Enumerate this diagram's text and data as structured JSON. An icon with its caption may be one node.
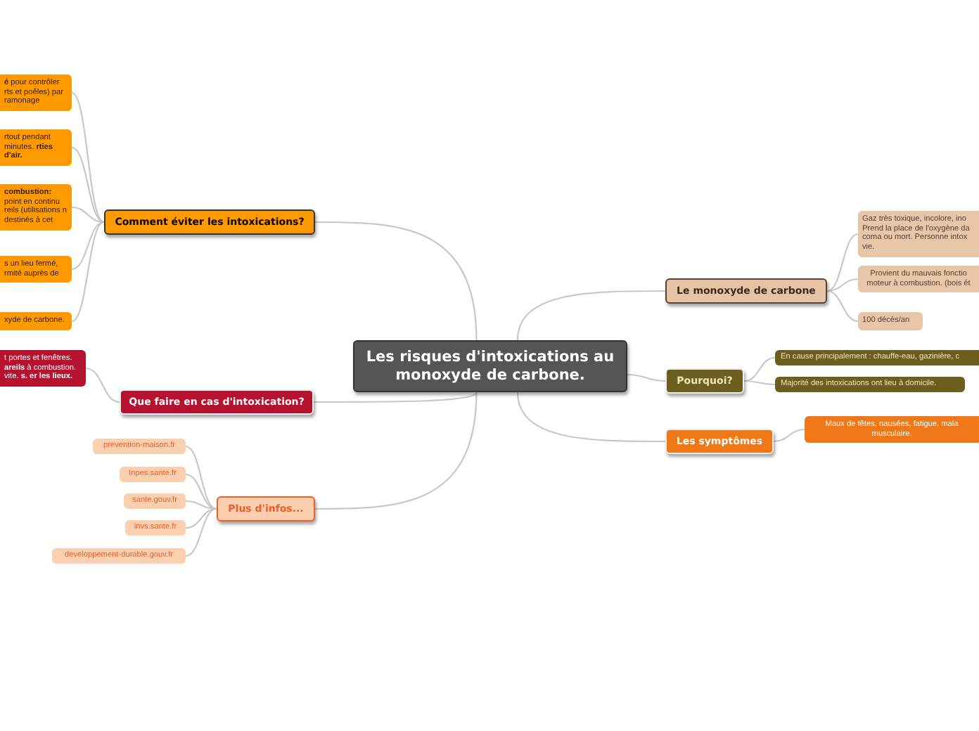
{
  "diagram": {
    "nodes": [
      {
        "text": [
          "Les risques d'intoxications au monoxyde de carbone."
        ]
      },
      {
        "text": [
          "Comment éviter les intoxications?"
        ]
      },
      {
        "text": [
          "**é** pour contrôler rts et poêles) par ramonage"
        ]
      },
      {
        "text": [
          "rtout pendant minutes. **rties d'air.**"
        ]
      },
      {
        "text": [
          "**combustion:** point en continu reils (utilisations n destinés à cet"
        ]
      },
      {
        "text": [
          "s un lieu fermé, rmité auprès de"
        ]
      },
      {
        "text": [
          "xyde de carbone."
        ]
      },
      {
        "text": [
          "Que faire en cas d'intoxication?"
        ]
      },
      {
        "text": [
          "t portes et fenêtres. **areils** à combustion. vite. **s. er les lieux.**"
        ]
      },
      {
        "text": [
          "Plus d'infos..."
        ]
      },
      {
        "text": [
          "prevention-maison.fr"
        ]
      },
      {
        "text": [
          "Inpes.sante.fr"
        ]
      },
      {
        "text": [
          "sante.gouv.fr"
        ]
      },
      {
        "text": [
          "invs.sante.fr"
        ]
      },
      {
        "text": [
          "developpement-durable.gouv.fr"
        ]
      },
      {
        "text": [
          "Le monoxyde de carbone"
        ]
      },
      {
        "text": [
          "Gaz très toxique, incolore, ino Prend la place de l'oxygène da coma ou mort. Personne intox vie."
        ]
      },
      {
        "text": [
          "Provient du mauvais fonctio moteur à combustion. (bois ét"
        ]
      },
      {
        "text": [
          "100 décès/an"
        ]
      },
      {
        "text": [
          "Pourquoi?"
        ]
      },
      {
        "text": [
          "En cause principalement : chauffe-eau, gazinière, c"
        ]
      },
      {
        "text": [
          "Majorité des intoxications ont lieu à domicile."
        ]
      },
      {
        "text": [
          "Les symptômes"
        ]
      },
      {
        "text": [
          "Maux de têtes, nausées, fatigue, mala musculaire."
        ]
      }
    ],
    "edges": [
      {
        "from": 0,
        "to": 1,
        "arrow": "none"
      },
      {
        "from": 1,
        "to": 2,
        "arrow": "none"
      },
      {
        "from": 1,
        "to": 3,
        "arrow": "none"
      },
      {
        "from": 1,
        "to": 4,
        "arrow": "none"
      },
      {
        "from": 1,
        "to": 5,
        "arrow": "none"
      },
      {
        "from": 1,
        "to": 6,
        "arrow": "none"
      },
      {
        "from": 0,
        "to": 7,
        "arrow": "none"
      },
      {
        "from": 7,
        "to": 8,
        "arrow": "none"
      },
      {
        "from": 0,
        "to": 9,
        "arrow": "none"
      },
      {
        "from": 9,
        "to": 10,
        "arrow": "none"
      },
      {
        "from": 9,
        "to": 11,
        "arrow": "none"
      },
      {
        "from": 9,
        "to": 12,
        "arrow": "none"
      },
      {
        "from": 9,
        "to": 13,
        "arrow": "none"
      },
      {
        "from": 9,
        "to": 14,
        "arrow": "none"
      },
      {
        "from": 0,
        "to": 15,
        "arrow": "none"
      },
      {
        "from": 15,
        "to": 16,
        "arrow": "none"
      },
      {
        "from": 15,
        "to": 17,
        "arrow": "none"
      },
      {
        "from": 15,
        "to": 18,
        "arrow": "none"
      },
      {
        "from": 0,
        "to": 19,
        "arrow": "none"
      },
      {
        "from": 19,
        "to": 20,
        "arrow": "none"
      },
      {
        "from": 19,
        "to": 21,
        "arrow": "none"
      },
      {
        "from": 0,
        "to": 22,
        "arrow": "none"
      },
      {
        "from": 22,
        "to": 23,
        "arrow": "none"
      }
    ]
  }
}
